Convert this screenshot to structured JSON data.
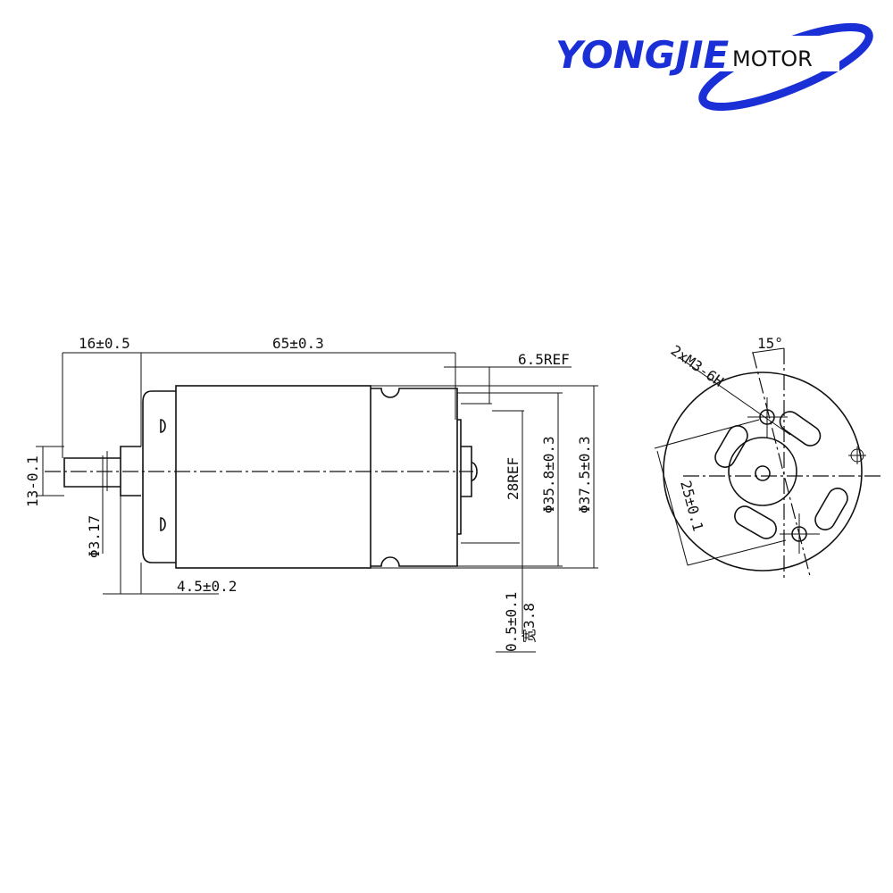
{
  "logo": {
    "brand": "YONGJIE",
    "suffix": "MOTOR",
    "brand_color": "#1a2fd6"
  },
  "dimensions": {
    "shaft_length": "16±0.5",
    "body_length": "65±0.3",
    "terminal_ref": "6.5REF",
    "flat_width": "13-0.1",
    "shaft_diameter": "Φ3.17",
    "boss_length": "4.5±0.2",
    "terminal_height": "28REF",
    "inner_diameter": "Φ35.8±0.3",
    "outer_diameter": "Φ37.5±0.3",
    "terminal_thickness": "0.5±0.1",
    "terminal_width": "宽3.8",
    "mount_holes": "2xM3-6H",
    "hole_angle": "15°",
    "hole_spacing": "25±0.1"
  }
}
